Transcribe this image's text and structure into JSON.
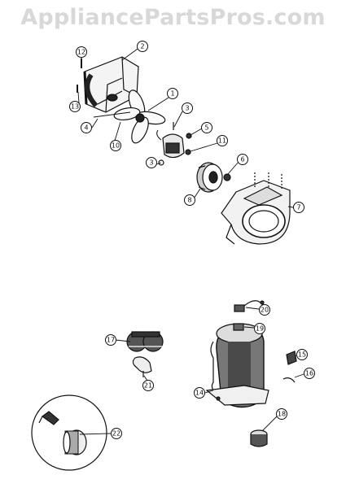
{
  "watermark": "AppliancePartsPros.com",
  "callouts": [
    "1",
    "2",
    "3",
    "4",
    "5",
    "6",
    "7",
    "8",
    "10",
    "11",
    "12",
    "13",
    "14",
    "15",
    "16",
    "17",
    "18",
    "19",
    "20",
    "21",
    "22"
  ],
  "labels": {
    "c12a": "12",
    "c2": "2",
    "c13": "13",
    "c1": "1",
    "c4": "4",
    "c3a": "3",
    "c10": "10",
    "c5": "5",
    "c11": "11",
    "c3b": "3",
    "c6": "6",
    "c8": "8",
    "c7": "7",
    "c20": "20",
    "c19": "19",
    "c17": "17",
    "c15": "15",
    "c16": "16",
    "c21": "21",
    "c14": "14",
    "c18": "18",
    "c22": "22"
  }
}
